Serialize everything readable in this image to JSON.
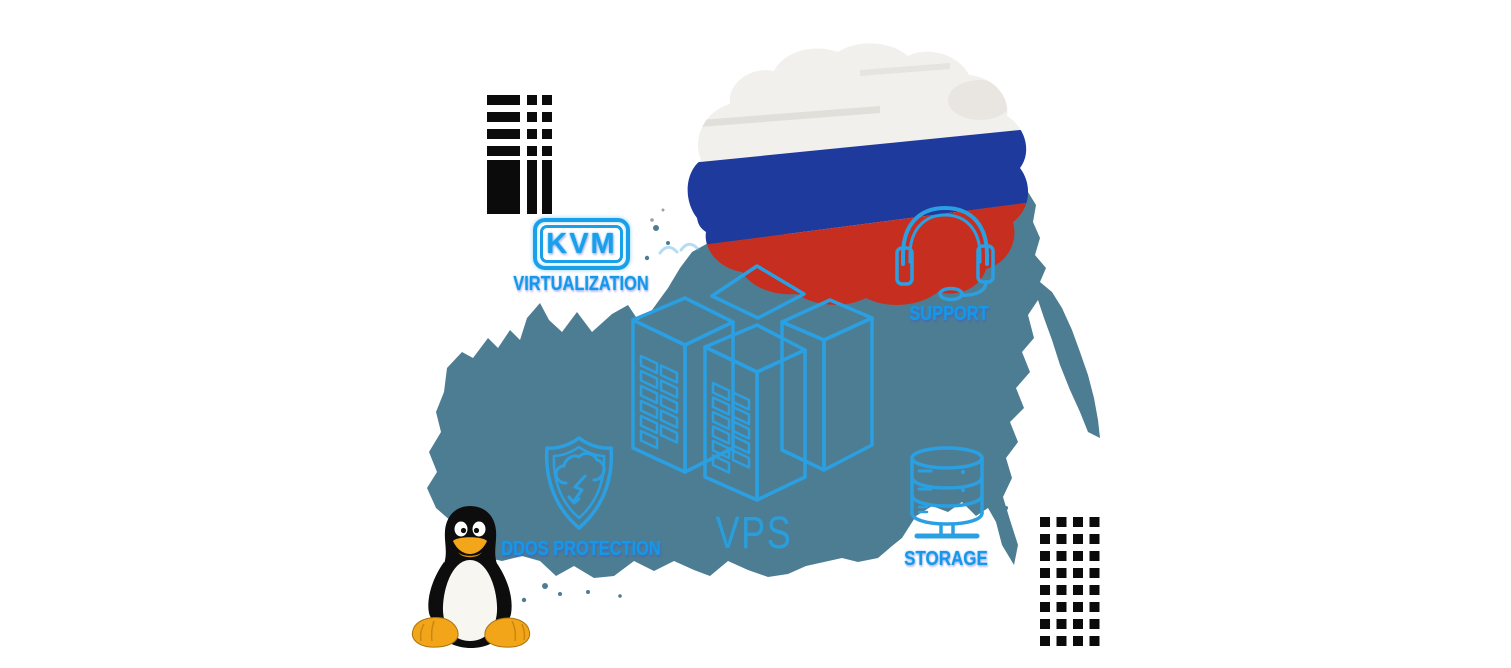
{
  "illustration": {
    "center_title": "VPS",
    "features": [
      {
        "badge": "KVM",
        "label": "VIRTUALIZATION",
        "icon": "kvm-badge-icon"
      },
      {
        "label": "SUPPORT",
        "icon": "headset-icon"
      },
      {
        "label": "DDOS PROTECTION",
        "icon": "shield-cloud-icon"
      },
      {
        "label": "STORAGE",
        "icon": "database-icon"
      }
    ],
    "flag": {
      "country": "Russia",
      "stripe_colors": [
        "#f2f0ec",
        "#1e3a9c",
        "#c62f20"
      ]
    },
    "icons": {
      "servers": "server-stack-icon",
      "mascot": "tux-penguin-icon",
      "map": "russia-map-silhouette",
      "pattern": "halftone-square-pattern"
    },
    "colors": {
      "accent_text": "#1697e8",
      "icon_outline": "#2aa0e3",
      "map_fill": "#4d7d93",
      "pattern_fill": "#0b0b0b"
    }
  }
}
